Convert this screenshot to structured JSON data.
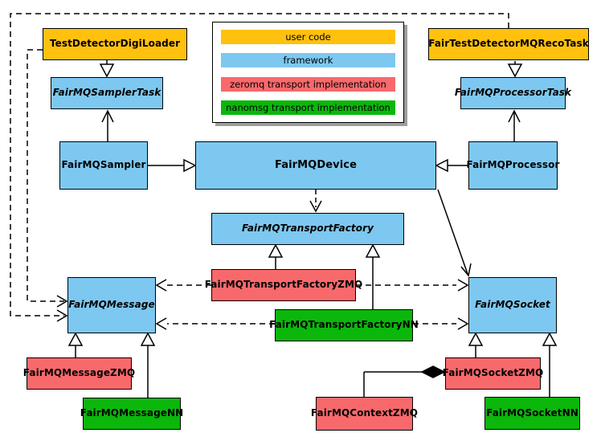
{
  "colors": {
    "user": "#FFC10E",
    "framework": "#7DC8F0",
    "zmq": "#F8696C",
    "nn": "#0BB70B",
    "background": "#FFFFFF",
    "line": "#000000"
  },
  "legend": {
    "items": [
      {
        "label": "user code",
        "color": "#FFC10E"
      },
      {
        "label": "framework",
        "color": "#7DC8F0"
      },
      {
        "label": "zeromq transport implementation",
        "color": "#F8696C"
      },
      {
        "label": "nanomsg transport implementation",
        "color": "#0BB70B"
      }
    ]
  },
  "nodes": {
    "test_detector_digi_loader": {
      "label": "TestDetectorDigiLoader",
      "category": "user code",
      "abstract": false
    },
    "fair_mq_sampler_task": {
      "label": "FairMQSamplerTask",
      "category": "framework",
      "abstract": true
    },
    "fair_test_detector_mq_reco_task": {
      "label": "FairTestDetectorMQRecoTask",
      "category": "user code",
      "abstract": false
    },
    "fair_mq_processor_task": {
      "label": "FairMQProcessorTask",
      "category": "framework",
      "abstract": true
    },
    "fair_mq_sampler": {
      "label": "FairMQSampler",
      "category": "framework",
      "abstract": false
    },
    "fair_mq_device": {
      "label": "FairMQDevice",
      "category": "framework",
      "abstract": false
    },
    "fair_mq_processor": {
      "label": "FairMQProcessor",
      "category": "framework",
      "abstract": false
    },
    "fair_mq_transport_factory": {
      "label": "FairMQTransportFactory",
      "category": "framework",
      "abstract": true
    },
    "fair_mq_transport_factory_zmq": {
      "label": "FairMQTransportFactoryZMQ",
      "category": "zeromq transport implementation",
      "abstract": false
    },
    "fair_mq_transport_factory_nn": {
      "label": "FairMQTransportFactoryNN",
      "category": "nanomsg transport implementation",
      "abstract": false
    },
    "fair_mq_message": {
      "label": "FairMQMessage",
      "category": "framework",
      "abstract": true
    },
    "fair_mq_socket": {
      "label": "FairMQSocket",
      "category": "framework",
      "abstract": true
    },
    "fair_mq_message_zmq": {
      "label": "FairMQMessageZMQ",
      "category": "zeromq transport implementation",
      "abstract": false
    },
    "fair_mq_message_nn": {
      "label": "FairMQMessageNN",
      "category": "nanomsg transport implementation",
      "abstract": false
    },
    "fair_mq_context_zmq": {
      "label": "FairMQContextZMQ",
      "category": "zeromq transport implementation",
      "abstract": false
    },
    "fair_mq_socket_zmq": {
      "label": "FairMQSocketZMQ",
      "category": "zeromq transport implementation",
      "abstract": false
    },
    "fair_mq_socket_nn": {
      "label": "FairMQSocketNN",
      "category": "nanomsg transport implementation",
      "abstract": false
    }
  },
  "edges": [
    {
      "from": "TestDetectorDigiLoader",
      "to": "FairMQSamplerTask",
      "type": "inheritance"
    },
    {
      "from": "FairTestDetectorMQRecoTask",
      "to": "FairMQProcessorTask",
      "type": "inheritance"
    },
    {
      "from": "FairMQSampler",
      "to": "FairMQSamplerTask",
      "type": "association"
    },
    {
      "from": "FairMQProcessor",
      "to": "FairMQProcessorTask",
      "type": "association"
    },
    {
      "from": "FairMQSampler",
      "to": "FairMQDevice",
      "type": "inheritance"
    },
    {
      "from": "FairMQProcessor",
      "to": "FairMQDevice",
      "type": "inheritance"
    },
    {
      "from": "FairMQDevice",
      "to": "FairMQTransportFactory",
      "type": "dashed-dependency"
    },
    {
      "from": "FairMQDevice",
      "to": "FairMQSocket",
      "type": "association"
    },
    {
      "from": "FairMQTransportFactoryZMQ",
      "to": "FairMQTransportFactory",
      "type": "inheritance"
    },
    {
      "from": "FairMQTransportFactoryNN",
      "to": "FairMQTransportFactory",
      "type": "inheritance"
    },
    {
      "from": "FairMQTransportFactoryZMQ",
      "to": "FairMQMessage",
      "type": "dashed-dependency"
    },
    {
      "from": "FairMQTransportFactoryNN",
      "to": "FairMQMessage",
      "type": "dashed-dependency"
    },
    {
      "from": "FairMQTransportFactoryZMQ",
      "to": "FairMQSocket",
      "type": "dashed-dependency"
    },
    {
      "from": "FairMQTransportFactoryNN",
      "to": "FairMQSocket",
      "type": "dashed-dependency"
    },
    {
      "from": "TestDetectorDigiLoader",
      "to": "FairMQMessage",
      "type": "dashed-dependency"
    },
    {
      "from": "FairTestDetectorMQRecoTask",
      "to": "FairMQMessage",
      "type": "dashed-dependency"
    },
    {
      "from": "FairMQMessageZMQ",
      "to": "FairMQMessage",
      "type": "inheritance"
    },
    {
      "from": "FairMQMessageNN",
      "to": "FairMQMessage",
      "type": "inheritance"
    },
    {
      "from": "FairMQSocketZMQ",
      "to": "FairMQSocket",
      "type": "inheritance"
    },
    {
      "from": "FairMQSocketNN",
      "to": "FairMQSocket",
      "type": "inheritance"
    },
    {
      "from": "FairMQSocketZMQ",
      "to": "FairMQContextZMQ",
      "type": "composition"
    }
  ]
}
